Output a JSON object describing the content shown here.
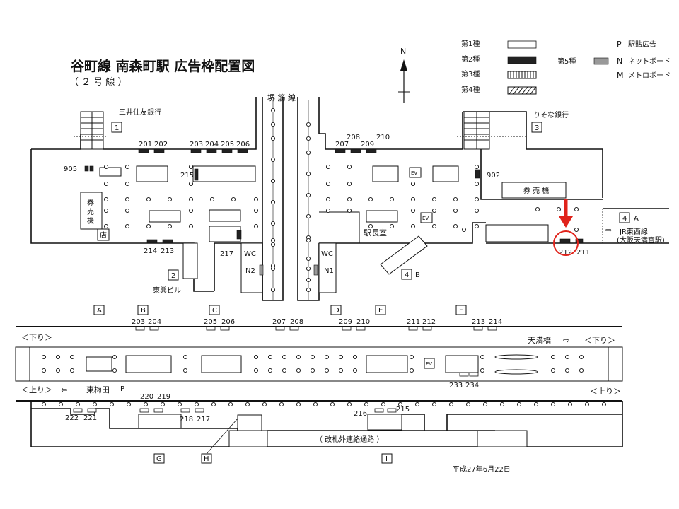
{
  "title": "谷町線 南森町駅 広告枠配置図",
  "subtitle": "（ ２ 号 線 ）",
  "north": "N",
  "legend": {
    "type1": "第1種",
    "type2": "第2種",
    "type3": "第3種",
    "type4": "第4種",
    "type5": "第5種",
    "p_key": "P",
    "p_label": "駅貼広告",
    "n_key": "N",
    "n_label": "ネットボード",
    "m_key": "M",
    "m_label": "メトロボード"
  },
  "colors": {
    "highlight": "#e0231b",
    "type2": "#222222",
    "type5": "#999999"
  },
  "concourse": {
    "sakaisuji": "堺 筋 線",
    "mitsui": "三井住友銀行",
    "resona": "りそな銀行",
    "toko": "東興ビル",
    "ticket_left": "券\n売\n機",
    "ticket_left_1": "券",
    "ticket_left_2": "売",
    "ticket_left_3": "機",
    "ticket_right": "券 売 機",
    "stationmaster": "駅長室",
    "kiosk": "店",
    "ev": "EV",
    "wc": "WC",
    "n1": "N1",
    "n2": "N2",
    "jr": "JR東西線",
    "jr2": "(大阪天満宮駅)",
    "exit1": "1",
    "exit2": "2",
    "exit3": "3",
    "exit4": "4",
    "exit4a": "A",
    "exit4b": "B",
    "n905": "905",
    "n902": "902",
    "n201": "201",
    "n202": "202",
    "n203": "203",
    "n204": "204",
    "n205": "205",
    "n206": "206",
    "n207": "207",
    "n208": "208",
    "n209": "209",
    "n210": "210",
    "n215": "215",
    "n214": "214",
    "n213": "213",
    "n217": "217",
    "n212": "212",
    "n211": "211"
  },
  "platform": {
    "down_left": "＜下り＞",
    "down_right": "＜下り＞",
    "up_left": "＜上り＞",
    "up_right": "＜上り＞",
    "tenma": "天満橋",
    "higashiumeda": "東梅田",
    "p_mark": "P",
    "corridor": "（ 改札外連絡通路 ）",
    "ev": "EV",
    "labA": "A",
    "labB": "B",
    "labC": "C",
    "labD": "D",
    "labE": "E",
    "labF": "F",
    "labG": "G",
    "labH": "H",
    "labI": "I",
    "p203": "203",
    "p204": "204",
    "p205": "205",
    "p206": "206",
    "p207": "207",
    "p208": "208",
    "p209": "209",
    "p210": "210",
    "p211": "211",
    "p212": "212",
    "p213": "213",
    "p214": "214",
    "p233": "233",
    "p234": "234",
    "p220": "220",
    "p219": "219",
    "p222": "222",
    "p221": "221",
    "p218": "218",
    "p217": "217",
    "p216": "216",
    "p215": "215"
  },
  "date": "平成27年6月22日"
}
